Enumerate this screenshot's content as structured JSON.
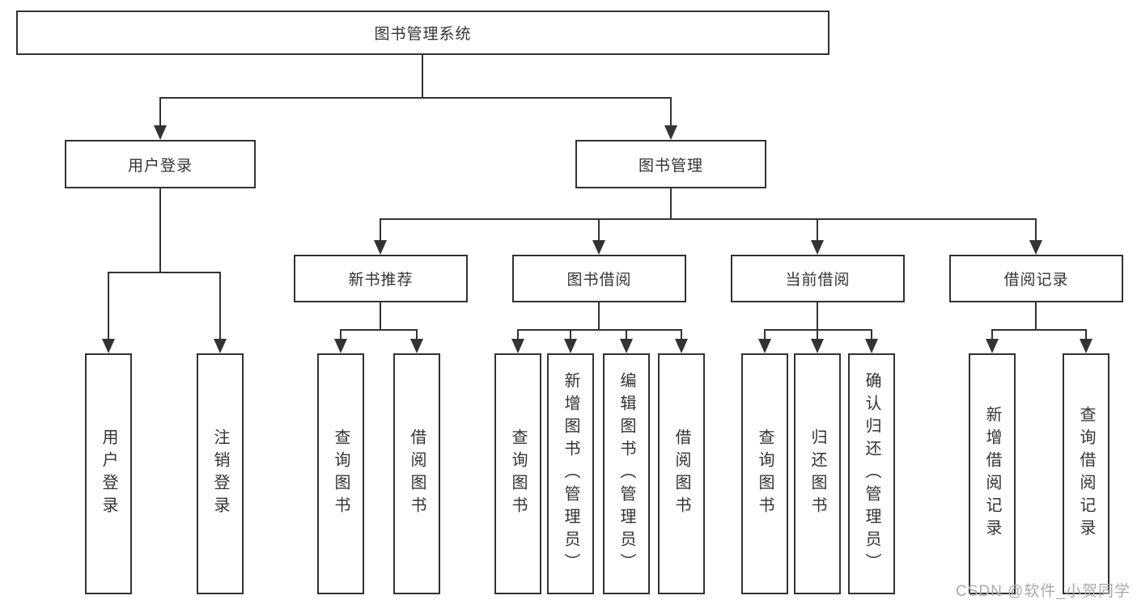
{
  "colors": {
    "background": "#ffffff",
    "box_border": "#323232",
    "box_fill": "#ffffff",
    "line": "#333333",
    "text": "#333333",
    "watermark": "#aaaaaa"
  },
  "watermark": {
    "text": "CSDN @软件_小贺同学"
  },
  "diagram": {
    "type": "tree",
    "title": "图书管理系统",
    "nodes": [
      {
        "id": "root",
        "label": "图书管理系统",
        "level": 1,
        "parent": null
      },
      {
        "id": "user-login",
        "label": "用户登录",
        "level": 2,
        "parent": "root"
      },
      {
        "id": "book-mgmt",
        "label": "图书管理",
        "level": 2,
        "parent": "root"
      },
      {
        "id": "new-book-rec",
        "label": "新书推荐",
        "level": 3,
        "parent": "book-mgmt"
      },
      {
        "id": "book-borrow",
        "label": "图书借阅",
        "level": 3,
        "parent": "book-mgmt"
      },
      {
        "id": "current-borrow",
        "label": "当前借阅",
        "level": 3,
        "parent": "book-mgmt"
      },
      {
        "id": "borrow-records",
        "label": "借阅记录",
        "level": 3,
        "parent": "book-mgmt"
      },
      {
        "id": "login",
        "label": "用户登录",
        "level": 4,
        "parent": "user-login"
      },
      {
        "id": "logout",
        "label": "注销登录",
        "level": 4,
        "parent": "user-login"
      },
      {
        "id": "query-books-rec",
        "label": "查询图书",
        "level": 4,
        "parent": "new-book-rec"
      },
      {
        "id": "borrow-books-rec",
        "label": "借阅图书",
        "level": 4,
        "parent": "new-book-rec"
      },
      {
        "id": "query-books-borrow",
        "label": "查询图书",
        "level": 4,
        "parent": "book-borrow"
      },
      {
        "id": "add-books",
        "label": "新增图书（管理员）",
        "level": 4,
        "parent": "book-borrow"
      },
      {
        "id": "edit-books",
        "label": "编辑图书（管理员）",
        "level": 4,
        "parent": "book-borrow"
      },
      {
        "id": "borrow-books",
        "label": "借阅图书",
        "level": 4,
        "parent": "book-borrow"
      },
      {
        "id": "query-books-current",
        "label": "查询图书",
        "level": 4,
        "parent": "current-borrow"
      },
      {
        "id": "return-books",
        "label": "归还图书",
        "level": 4,
        "parent": "current-borrow"
      },
      {
        "id": "confirm-return",
        "label": "确认归还（管理员）",
        "level": 4,
        "parent": "current-borrow"
      },
      {
        "id": "add-borrow-record",
        "label": "新增借阅记录",
        "level": 4,
        "parent": "borrow-records"
      },
      {
        "id": "query-borrow-record",
        "label": "查询借阅记录",
        "level": 4,
        "parent": "borrow-records"
      }
    ]
  }
}
